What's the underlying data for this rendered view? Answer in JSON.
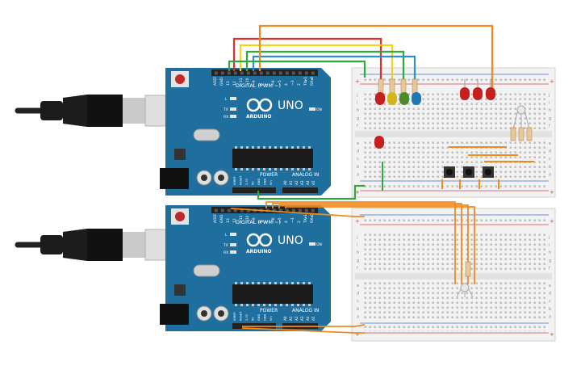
{
  "boards": [
    {
      "id": "top",
      "brand": "ARDUINO",
      "model": "UNO",
      "digital_label": "DIGITAL (PWM ~)",
      "power_label": "POWER",
      "analog_label": "ANALOG IN",
      "pin_labels": [
        "AREF",
        "GND",
        "13",
        "12",
        "~11",
        "~10",
        "~9",
        "8",
        "7",
        "~6",
        "~5",
        "4",
        "~3",
        "2",
        "TX▸1",
        "RX◂0"
      ],
      "power_pins": [
        "IOREF",
        "RESET",
        "3.3V",
        "5V",
        "GND",
        "GND",
        "Vin"
      ],
      "analog_pins": [
        "A0",
        "A1",
        "A2",
        "A3",
        "A4",
        "A5"
      ],
      "led_labels": [
        "L",
        "TX",
        "RX"
      ],
      "on_label": "ON"
    },
    {
      "id": "bottom",
      "brand": "ARDUINO",
      "model": "UNO",
      "digital_label": "DIGITAL (PWM ~)",
      "power_label": "POWER",
      "analog_label": "ANALOG IN",
      "pin_labels": [
        "AREF",
        "GND",
        "13",
        "12",
        "~11",
        "~10",
        "~9",
        "8",
        "7",
        "~6",
        "~5",
        "4",
        "~3",
        "2",
        "TX▸1",
        "RX◂0"
      ],
      "power_pins": [
        "IOREF",
        "RESET",
        "3.3V",
        "5V",
        "GND",
        "GND",
        "Vin"
      ],
      "analog_pins": [
        "A0",
        "A1",
        "A2",
        "A3",
        "A4",
        "A5"
      ],
      "led_labels": [
        "L",
        "TX",
        "RX"
      ],
      "on_label": "ON"
    }
  ],
  "breadboard": {
    "row_letters_top": [
      "j",
      "i",
      "h",
      "g",
      "f"
    ],
    "row_letters_bottom": [
      "e",
      "d",
      "c",
      "b",
      "a"
    ],
    "plus": "+",
    "minus": "-"
  },
  "colors": {
    "board": "#1f6f9e",
    "board_dark": "#155a82",
    "breadboard": "#f2f2f2",
    "rail_red": "#d94040",
    "rail_blue": "#3b6fd1",
    "wire_red": "#e52b2b",
    "wire_yellow": "#f2d21b",
    "wire_green": "#2faa3a",
    "wire_blue": "#2a8fd8",
    "wire_orange": "#f08a1c",
    "led_red": "#c51f1f",
    "led_yellow": "#d6b51c",
    "led_green": "#4c8a2c",
    "led_blue": "#1f77b4"
  }
}
